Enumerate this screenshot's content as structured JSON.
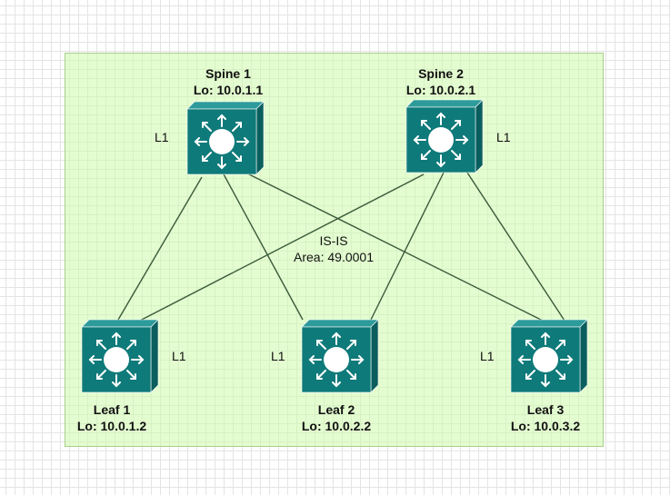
{
  "colors": {
    "switch_front": "#0f7a7a",
    "switch_top": "#2e9b9b",
    "switch_side": "#0a5e5e",
    "area_fill": "#d6f8c0",
    "link": "#3a5a3a"
  },
  "area": {
    "protocol": "IS-IS",
    "id": "Area: 49.0001"
  },
  "nodes": {
    "spine1": {
      "name": "Spine 1",
      "loopback": "Lo: 10.0.1.1",
      "level": "L1",
      "icon": "layer3-switch-icon"
    },
    "spine2": {
      "name": "Spine 2",
      "loopback": "Lo: 10.0.2.1",
      "level": "L1",
      "icon": "layer3-switch-icon"
    },
    "leaf1": {
      "name": "Leaf 1",
      "loopback": "Lo: 10.0.1.2",
      "level": "L1",
      "icon": "layer3-switch-icon"
    },
    "leaf2": {
      "name": "Leaf 2",
      "loopback": "Lo: 10.0.2.2",
      "level": "L1",
      "icon": "layer3-switch-icon"
    },
    "leaf3": {
      "name": "Leaf 3",
      "loopback": "Lo: 10.0.3.2",
      "level": "L1",
      "icon": "layer3-switch-icon"
    }
  },
  "links": [
    [
      "spine1",
      "leaf1"
    ],
    [
      "spine1",
      "leaf2"
    ],
    [
      "spine1",
      "leaf3"
    ],
    [
      "spine2",
      "leaf1"
    ],
    [
      "spine2",
      "leaf2"
    ],
    [
      "spine2",
      "leaf3"
    ]
  ]
}
